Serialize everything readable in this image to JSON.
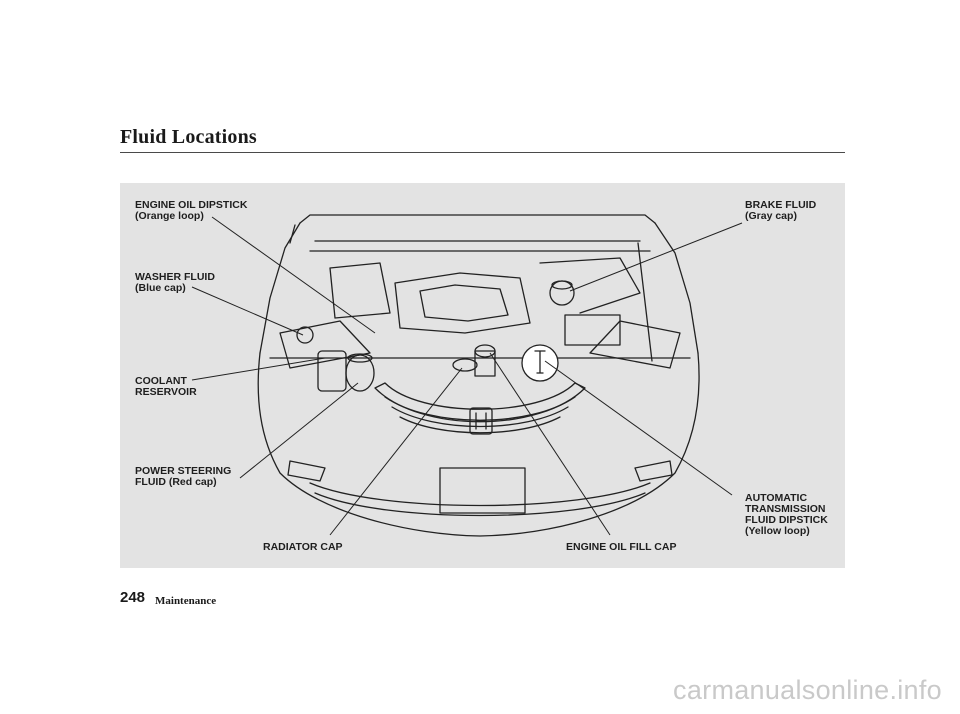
{
  "page": {
    "title": "Fluid Locations",
    "page_number": "248",
    "section": "Maintenance"
  },
  "labels": {
    "engine_oil_dipstick": {
      "line1": "ENGINE OIL DIPSTICK",
      "line2": "(Orange loop)"
    },
    "washer_fluid": {
      "line1": "WASHER FLUID",
      "line2": "(Blue cap)"
    },
    "coolant_reservoir": {
      "line1": "COOLANT",
      "line2": "RESERVOIR"
    },
    "power_steering": {
      "line1": "POWER STEERING",
      "line2": "FLUID (Red cap)"
    },
    "radiator_cap": {
      "line1": "RADIATOR CAP"
    },
    "engine_oil_fill_cap": {
      "line1": "ENGINE OIL FILL CAP"
    },
    "brake_fluid": {
      "line1": "BRAKE FLUID",
      "line2": "(Gray cap)"
    },
    "atf_dipstick": {
      "line1": "AUTOMATIC",
      "line2": "TRANSMISSION",
      "line3": "FLUID DIPSTICK",
      "line4": "(Yellow loop)"
    }
  },
  "watermark": "carmanualsonline.info"
}
